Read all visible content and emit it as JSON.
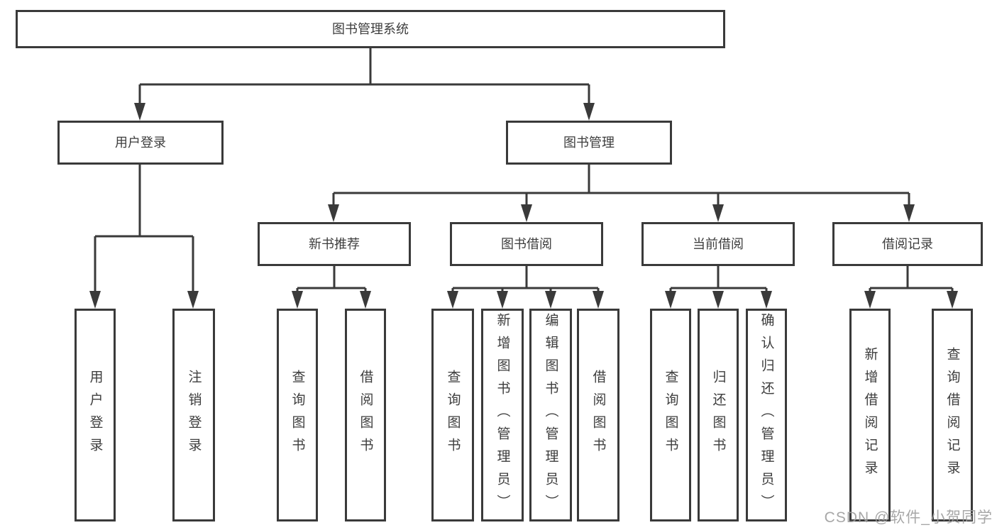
{
  "diagram": {
    "colors": {
      "line": "#3a3a3a",
      "box_border": "#3a3a3a",
      "text": "#3d3d3d",
      "watermark": "#9e9e9e",
      "background": "#ffffff"
    },
    "tree": {
      "label": "图书管理系统",
      "children": [
        {
          "label": "用户登录",
          "children": [
            {
              "label": "用户登录"
            },
            {
              "label": "注销登录"
            }
          ]
        },
        {
          "label": "图书管理",
          "children": [
            {
              "label": "新书推荐",
              "children": [
                {
                  "label": "查询图书"
                },
                {
                  "label": "借阅图书"
                }
              ]
            },
            {
              "label": "图书借阅",
              "children": [
                {
                  "label": "查询图书"
                },
                {
                  "label": "新增图书（管理员）"
                },
                {
                  "label": "编辑图书（管理员）"
                },
                {
                  "label": "借阅图书"
                }
              ]
            },
            {
              "label": "当前借阅",
              "children": [
                {
                  "label": "查询图书"
                },
                {
                  "label": "归还图书"
                },
                {
                  "label": "确认归还（管理员）"
                }
              ]
            },
            {
              "label": "借阅记录",
              "children": [
                {
                  "label": "新增借阅记录"
                },
                {
                  "label": "查询借阅记录"
                }
              ]
            }
          ]
        }
      ]
    },
    "watermark": {
      "text": "CSDN @软件_小贺同学"
    }
  }
}
